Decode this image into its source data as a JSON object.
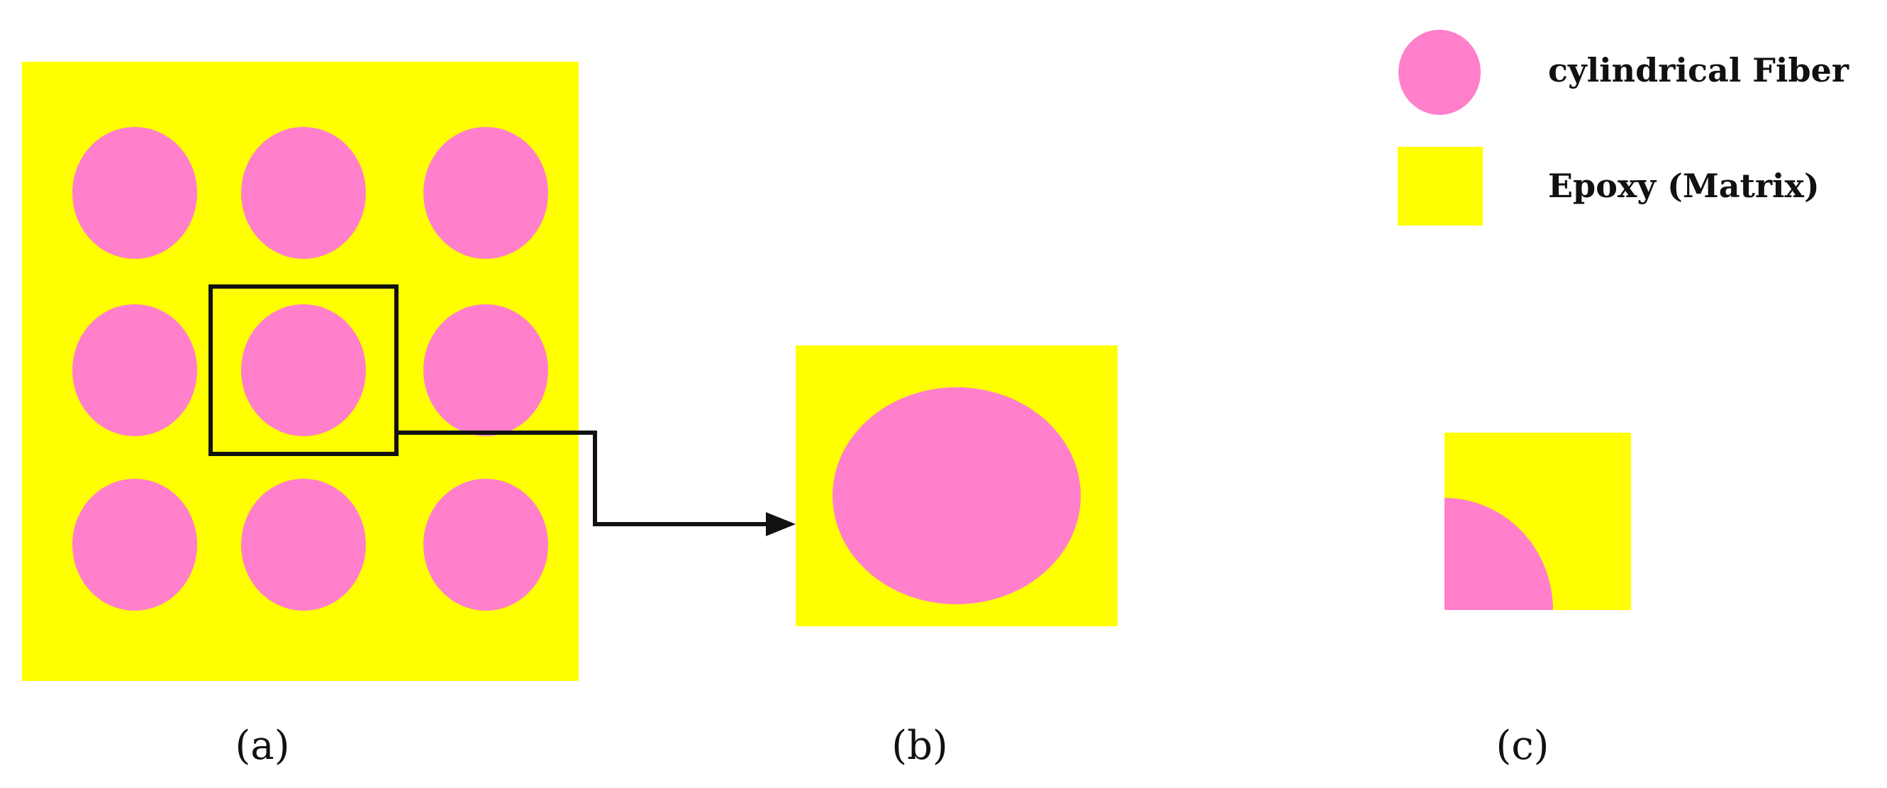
{
  "colors": {
    "fiber": "#ff7fcb",
    "matrix": "#ffff00",
    "outline": "#111111",
    "background": "#ffffff"
  },
  "legend": {
    "fiber_label": "cylindrical Fiber",
    "matrix_label": "Epoxy (Matrix)"
  },
  "panels": {
    "a": {
      "caption": "(a)",
      "fiber_rows": 3,
      "fiber_cols": 3
    },
    "b": {
      "caption": "(b)"
    },
    "c": {
      "caption": "(c)"
    }
  },
  "icons": {
    "selection_box": "rectangle-outline",
    "arrow": "elbow-arrow-right"
  }
}
